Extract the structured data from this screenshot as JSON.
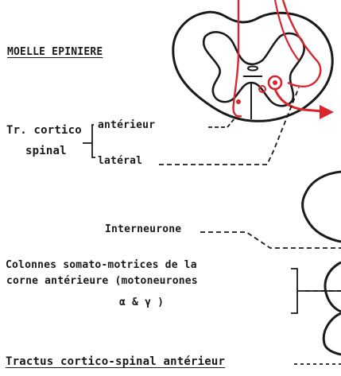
{
  "title": "MOELLE EPINIERE",
  "tract_label_line1": "Tr. cortico",
  "tract_label_line2": "spinal",
  "branch_anterior": "antérieur",
  "branch_lateral": "latéral",
  "interneurone": "Interneurone",
  "columns_line1": "Colonnes somato-motrices de la",
  "columns_line2": "corne antérieure (motoneurones",
  "columns_line3": "α & γ )",
  "bottom_title": "Tractus cortico-spinal antérieur",
  "colors": {
    "ink": "#1a1a1a",
    "tract_red": "#d8262f"
  }
}
